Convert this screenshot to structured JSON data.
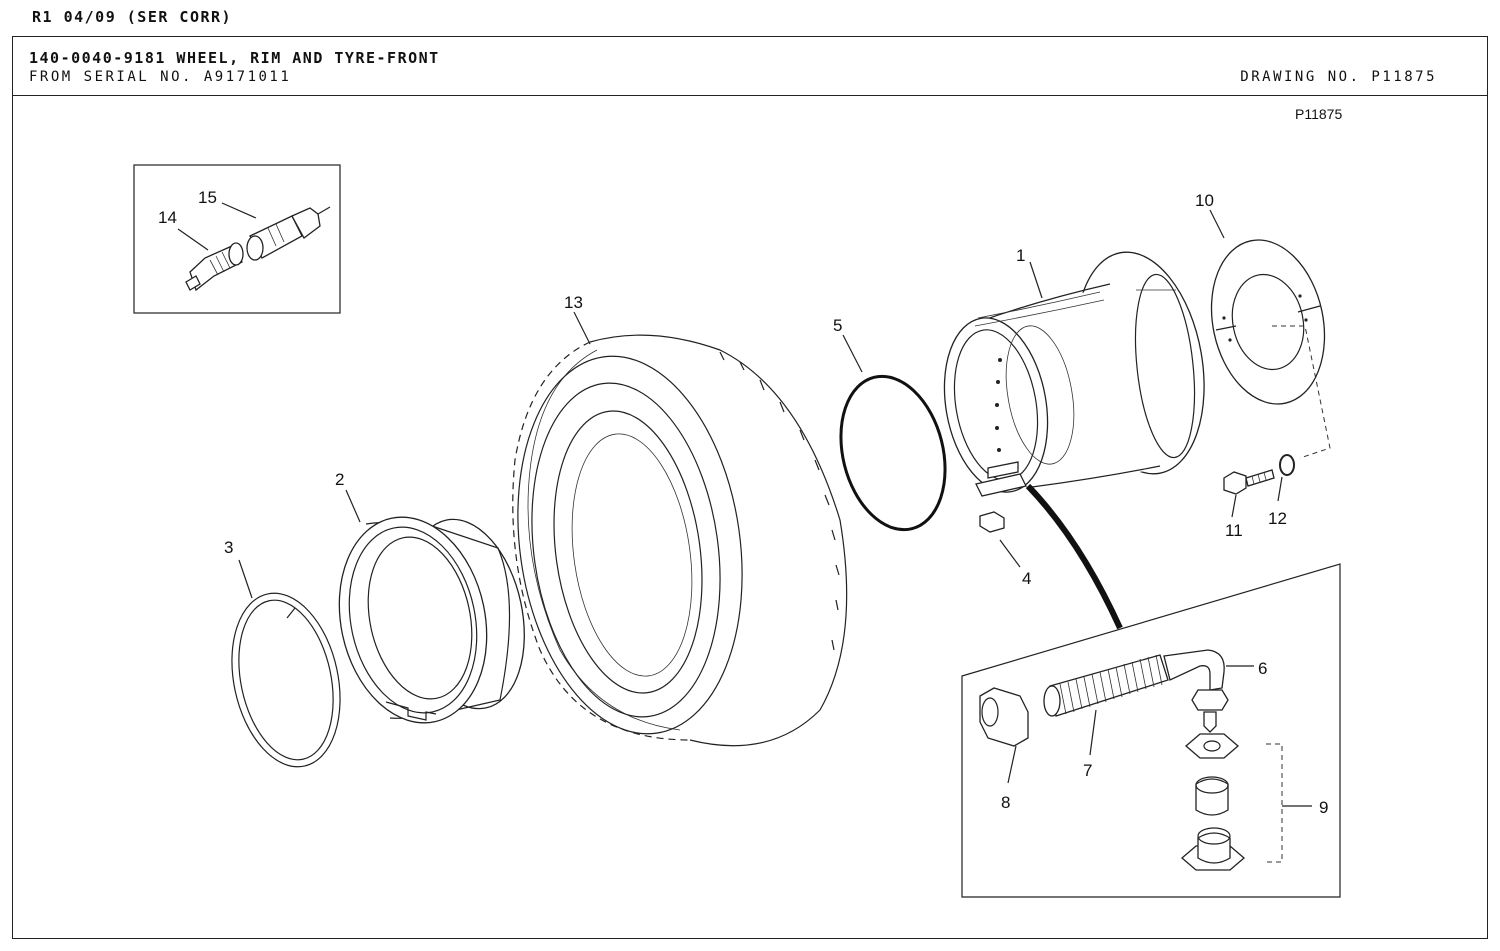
{
  "revision": "R1 04/09 (SER CORR)",
  "header": {
    "title": "140-0040-9181 WHEEL, RIM AND TYRE-FRONT",
    "serial": "FROM SERIAL NO. A9171011",
    "drawing_no": "DRAWING NO. P11875"
  },
  "figure_ref": "P11875",
  "callouts": [
    "1",
    "2",
    "3",
    "4",
    "5",
    "6",
    "7",
    "8",
    "9",
    "10",
    "11",
    "12",
    "13",
    "14",
    "15"
  ]
}
